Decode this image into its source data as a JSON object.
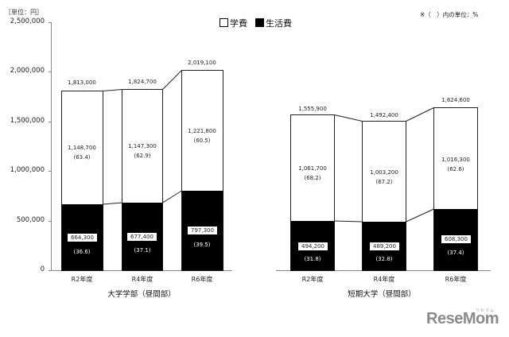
{
  "header": {
    "unit_label": "［単位：円］",
    "note": "※（　）内の単位：%",
    "legend": [
      {
        "label": "学費",
        "swatch": "white"
      },
      {
        "label": "生活費",
        "swatch": "black"
      }
    ]
  },
  "y_axis": {
    "ticks": [
      "2,500,000",
      "2,000,000",
      "1,500,000",
      "1,000,000",
      "500,000",
      "0"
    ]
  },
  "charts": {
    "left": {
      "title": "大学学部（昼間部）",
      "bars": [
        {
          "category": "R2年度",
          "total": "1,813,000",
          "tuition": "1,148,700",
          "tuition_pct": "(63.4)",
          "living": "664,300",
          "living_pct": "(36.6)"
        },
        {
          "category": "R4年度",
          "total": "1,824,700",
          "tuition": "1,147,300",
          "tuition_pct": "(62.9)",
          "living": "677,400",
          "living_pct": "(37.1)"
        },
        {
          "category": "R6年度",
          "total": "2,019,100",
          "tuition": "1,221,800",
          "tuition_pct": "(60.5)",
          "living": "797,300",
          "living_pct": "(39.5)"
        }
      ]
    },
    "right": {
      "title": "短期大学（昼間部）",
      "bars": [
        {
          "category": "R2年度",
          "total": "1,555,900",
          "tuition": "1,061,700",
          "tuition_pct": "(68.2)",
          "living": "494,200",
          "living_pct": "(31.8)"
        },
        {
          "category": "R4年度",
          "total": "1,492,400",
          "tuition": "1,003,200",
          "tuition_pct": "(67.2)",
          "living": "489,200",
          "living_pct": "(32.8)"
        },
        {
          "category": "R6年度",
          "total": "1,624,600",
          "tuition": "1,016,300",
          "tuition_pct": "(62.6)",
          "living": "608,300",
          "living_pct": "(37.4)"
        }
      ]
    }
  },
  "logo": {
    "text": "ReseMom",
    "ruby": "リセマム"
  },
  "chart_data": [
    {
      "type": "bar",
      "stacked": true,
      "title": "大学学部（昼間部）",
      "categories": [
        "R2年度",
        "R4年度",
        "R6年度"
      ],
      "series": [
        {
          "name": "生活費",
          "color": "#000000",
          "values": [
            664300,
            677400,
            797300
          ],
          "percent": [
            36.6,
            37.1,
            39.5
          ]
        },
        {
          "name": "学費",
          "color": "#ffffff",
          "values": [
            1148700,
            1147300,
            1221800
          ],
          "percent": [
            63.4,
            62.9,
            60.5
          ]
        }
      ],
      "totals": [
        1813000,
        1824700,
        2019100
      ],
      "ylabel": "［単位：円］",
      "ylim": [
        0,
        2500000
      ],
      "yticks": [
        0,
        500000,
        1000000,
        1500000,
        2000000,
        2500000
      ],
      "legend": [
        "学費",
        "生活費"
      ],
      "legend_position": "top",
      "annotation": "※（　）内の単位：%",
      "grid": false
    },
    {
      "type": "bar",
      "stacked": true,
      "title": "短期大学（昼間部）",
      "categories": [
        "R2年度",
        "R4年度",
        "R6年度"
      ],
      "series": [
        {
          "name": "生活費",
          "color": "#000000",
          "values": [
            494200,
            489200,
            608300
          ],
          "percent": [
            31.8,
            32.8,
            37.4
          ]
        },
        {
          "name": "学費",
          "color": "#ffffff",
          "values": [
            1061700,
            1003200,
            1016300
          ],
          "percent": [
            68.2,
            67.2,
            62.6
          ]
        }
      ],
      "totals": [
        1555900,
        1492400,
        1624600
      ],
      "ylim": [
        0,
        2500000
      ],
      "legend": [
        "学費",
        "生活費"
      ],
      "grid": false
    }
  ]
}
